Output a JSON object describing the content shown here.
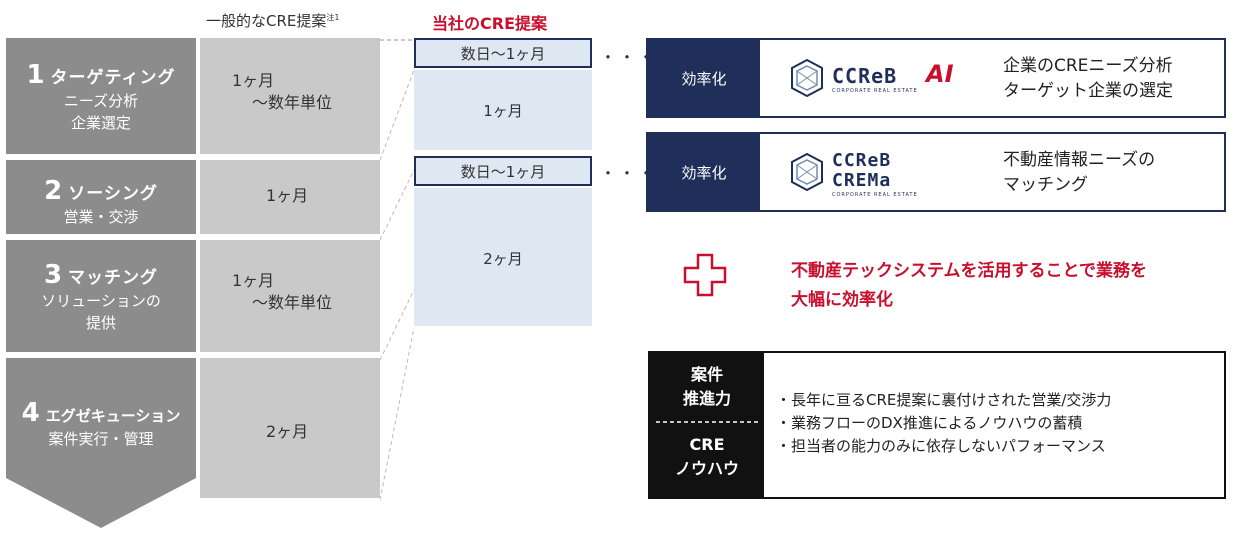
{
  "headers": {
    "typical": "一般的なCRE提案",
    "typical_note": "注1",
    "ours": "当社のCRE提案"
  },
  "steps": [
    {
      "num": "1",
      "name": "ターゲティング",
      "sub1": "ニーズ分析",
      "sub2": "企業選定"
    },
    {
      "num": "2",
      "name": "ソーシング",
      "sub1": "営業・交渉",
      "sub2": ""
    },
    {
      "num": "3",
      "name": "マッチング",
      "sub1": "ソリューションの",
      "sub2": "提供"
    },
    {
      "num": "4",
      "name": "エグゼキューション",
      "sub1": "案件実行・管理",
      "sub2": ""
    }
  ],
  "typical": [
    "1ヶ月",
    "～数年単位",
    "1ヶ月",
    "1ヶ月",
    "～数年単位",
    "2ヶ月"
  ],
  "ours": {
    "box1_outlined": "数日～1ヶ月",
    "box1_fill": "1ヶ月",
    "box2_outlined": "数日～1ヶ月",
    "box2_fill": "2ヶ月"
  },
  "dots": "・・・",
  "panels": [
    {
      "tag": "効率化",
      "logo_line1": "CCReB",
      "logo_ai": "AI",
      "logo_tagline": "CORPORATE REAL ESTATE",
      "desc1": "企業のCREニーズ分析",
      "desc2": "ターゲット企業の選定"
    },
    {
      "tag": "効率化",
      "logo_line1": "CCReB",
      "logo_line2": "CREMa",
      "logo_tagline": "CORPORATE REAL ESTATE",
      "desc1": "不動産情報ニーズの",
      "desc2": "マッチング"
    }
  ],
  "plus_text": {
    "line1": "不動産テックシステムを活用することで業務を",
    "line2": "大幅に効率化"
  },
  "bottom": {
    "top1": "案件",
    "top2": "推進力",
    "bot1": "CRE",
    "bot2": "ノウハウ",
    "items": [
      "・長年に亘るCRE提案に裏付けされた営業/交渉力",
      "・業務フローのDX推進によるノウハウの蓄積",
      "・担当者の能力のみに依存しないパフォーマンス"
    ]
  },
  "colors": {
    "navy": "#1f2f5a",
    "red": "#c8102e",
    "gray_step": "#8c8c8c",
    "gray_box": "#c9c9c9",
    "light_blue": "#dde8f3"
  }
}
